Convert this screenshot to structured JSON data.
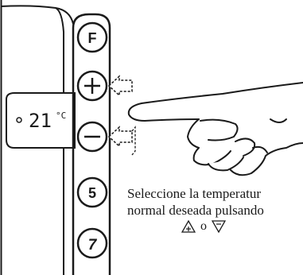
{
  "panel": {
    "buttons": [
      {
        "id": "f",
        "label": "F"
      },
      {
        "id": "plus",
        "label": "+"
      },
      {
        "id": "minus",
        "label": "−"
      },
      {
        "id": "five",
        "label": "5"
      },
      {
        "id": "seven",
        "label": "7"
      }
    ],
    "display": {
      "value": "21",
      "unit": "°C"
    }
  },
  "instruction": {
    "line1": "Seleccione la temperatur",
    "line2": "normal deseada pulsando",
    "symbol_join": "o"
  },
  "icons": {
    "up": "triangle-plus-icon",
    "down": "triangle-down-icon"
  },
  "colors": {
    "ink": "#1a1a1a",
    "paper": "#ffffff"
  }
}
